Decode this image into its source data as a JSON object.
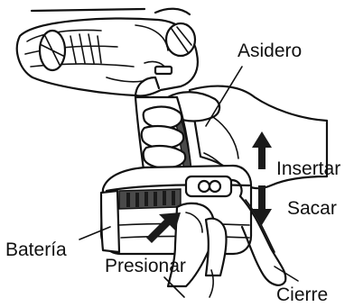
{
  "labels": {
    "handle": "Asidero",
    "insert": "Insertar",
    "remove": "Sacar",
    "battery": "Batería",
    "press": "Presionar",
    "lock": "Cierre"
  },
  "colors": {
    "line": "#111111",
    "background": "#ffffff",
    "grip_shading": "#4a4a4a"
  },
  "icons": {
    "insert_arrow": "arrow-up-icon",
    "remove_arrow": "arrow-down-icon",
    "press_arrow": "arrow-diagonal-icon"
  }
}
